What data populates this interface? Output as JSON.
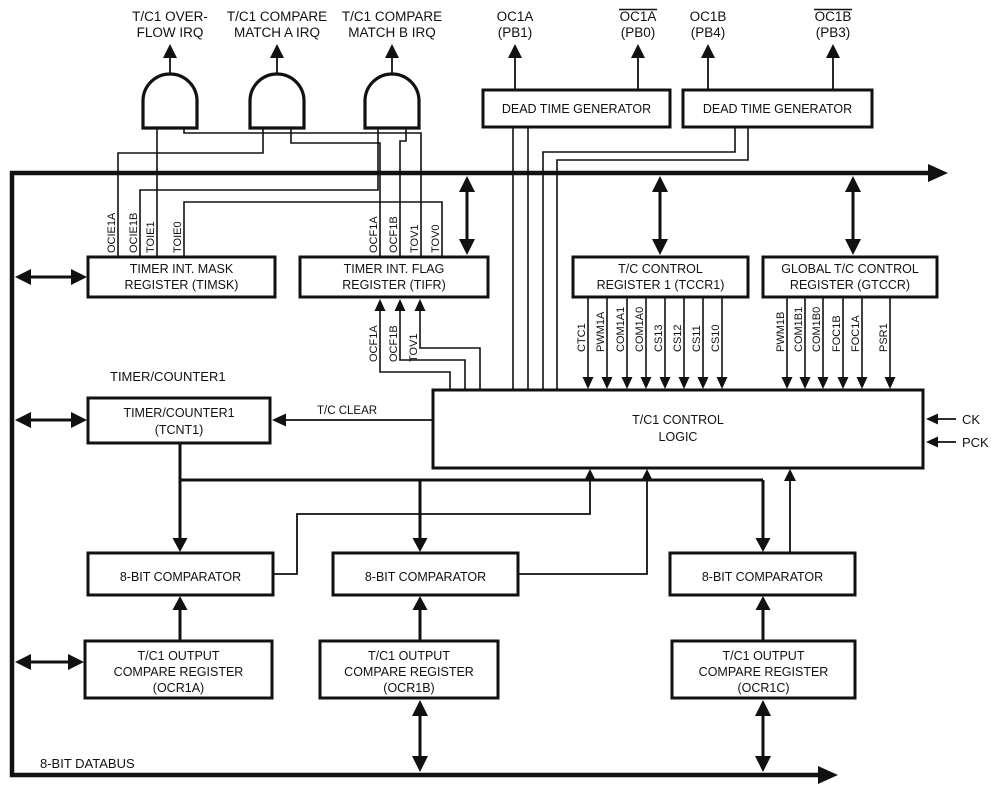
{
  "colors": {
    "line": "#111111",
    "background": "#ffffff"
  },
  "irq_outputs": [
    {
      "line1": "T/C1 OVER-",
      "line2": "FLOW IRQ"
    },
    {
      "line1": "T/C1 COMPARE",
      "line2": "MATCH A IRQ"
    },
    {
      "line1": "T/C1 COMPARE",
      "line2": "MATCH B IRQ"
    }
  ],
  "output_pins": [
    {
      "name": "OC1A",
      "port": "(PB1)",
      "inverted": false
    },
    {
      "name": "OC1A",
      "port": "(PB0)",
      "inverted": true
    },
    {
      "name": "OC1B",
      "port": "(PB4)",
      "inverted": false
    },
    {
      "name": "OC1B",
      "port": "(PB3)",
      "inverted": true
    }
  ],
  "dead_time_generators": [
    {
      "label": "DEAD TIME GENERATOR"
    },
    {
      "label": "DEAD TIME GENERATOR"
    }
  ],
  "registers": {
    "timsk": {
      "line1": "TIMER INT. MASK",
      "line2": "REGISTER (TIMSK)",
      "bits": [
        "OCIE1A",
        "OCIE1B",
        "TOIE1",
        "TOIE0"
      ]
    },
    "tifr": {
      "line1": "TIMER INT. FLAG",
      "line2": "REGISTER (TIFR)",
      "bits_top": [
        "OCF1A",
        "OCF1B",
        "TOV1",
        "TOV0"
      ],
      "bits_bottom": [
        "OCF1A",
        "OCF1B",
        "TOV1"
      ]
    },
    "tccr1": {
      "line1": "T/C CONTROL",
      "line2": "REGISTER 1 (TCCR1)",
      "bits": [
        "CTC1",
        "PWM1A",
        "COM1A1",
        "COM1A0",
        "CS13",
        "CS12",
        "CS11",
        "CS10"
      ]
    },
    "gtccr": {
      "line1": "GLOBAL T/C CONTROL",
      "line2": "REGISTER (GTCCR)",
      "bits": [
        "PWM1B",
        "COM1B1",
        "COM1B0",
        "FOC1B",
        "FOC1A",
        "PSR1"
      ]
    }
  },
  "timer_counter": {
    "section_label": "TIMER/COUNTER1",
    "line1": "TIMER/COUNTER1",
    "line2": "(TCNT1)"
  },
  "control_logic": {
    "line1": "T/C1 CONTROL",
    "line2": "LOGIC",
    "clock_inputs": [
      "CK",
      "PCK"
    ],
    "clear_signal": "T/C CLEAR"
  },
  "comparators": [
    {
      "label": "8-BIT COMPARATOR"
    },
    {
      "label": "8-BIT COMPARATOR"
    },
    {
      "label": "8-BIT COMPARATOR"
    }
  ],
  "compare_registers": [
    {
      "line1": "T/C1 OUTPUT",
      "line2": "COMPARE REGISTER",
      "line3": "(OCR1A)"
    },
    {
      "line1": "T/C1 OUTPUT",
      "line2": "COMPARE REGISTER",
      "line3": "(OCR1B)"
    },
    {
      "line1": "T/C1 OUTPUT",
      "line2": "COMPARE REGISTER",
      "line3": "(OCR1C)"
    }
  ],
  "databus_label": "8-BIT DATABUS"
}
